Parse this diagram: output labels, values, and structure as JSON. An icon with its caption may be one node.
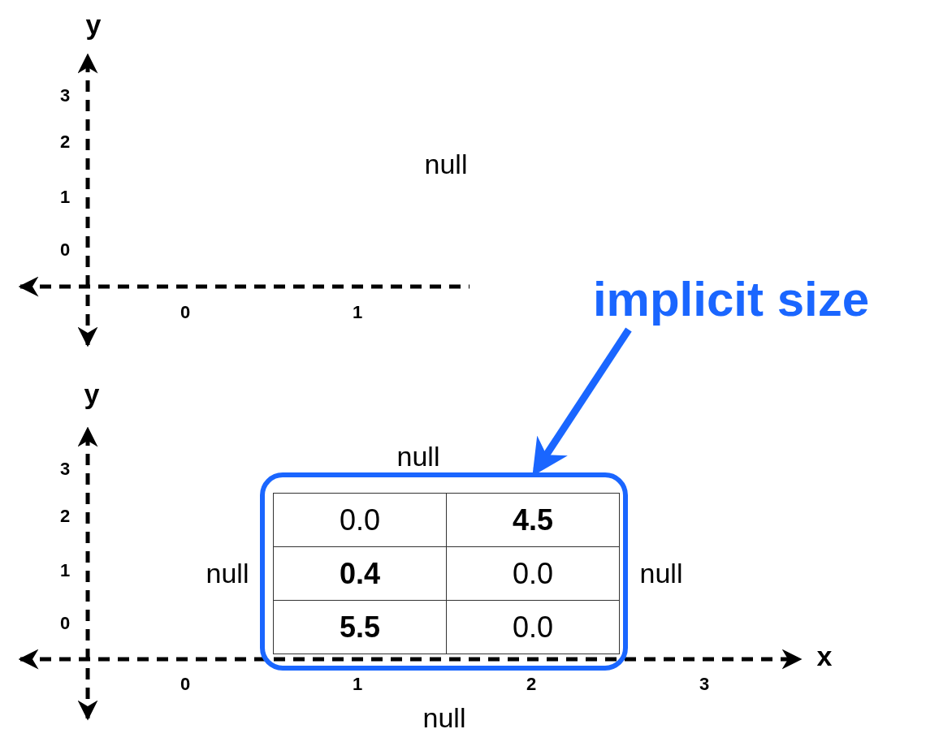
{
  "diagram": {
    "nodes": [
      {
        "text": [
          "implicit size"
        ]
      },
      {
        "text": [],
        "shape": "box"
      }
    ],
    "edges": [
      {
        "from": 0,
        "to": 1,
        "arrow": "to"
      }
    ],
    "labels": [
      "y",
      "3",
      "2",
      "1",
      "0",
      "null",
      "0",
      "1",
      "y",
      "3",
      "null",
      "2",
      "0.0",
      "4.5",
      "1",
      "null",
      "0.4",
      "0.0",
      "null",
      "0",
      "5.5",
      "0.0",
      "x",
      "0",
      "1",
      "2",
      "3",
      "null"
    ]
  }
}
